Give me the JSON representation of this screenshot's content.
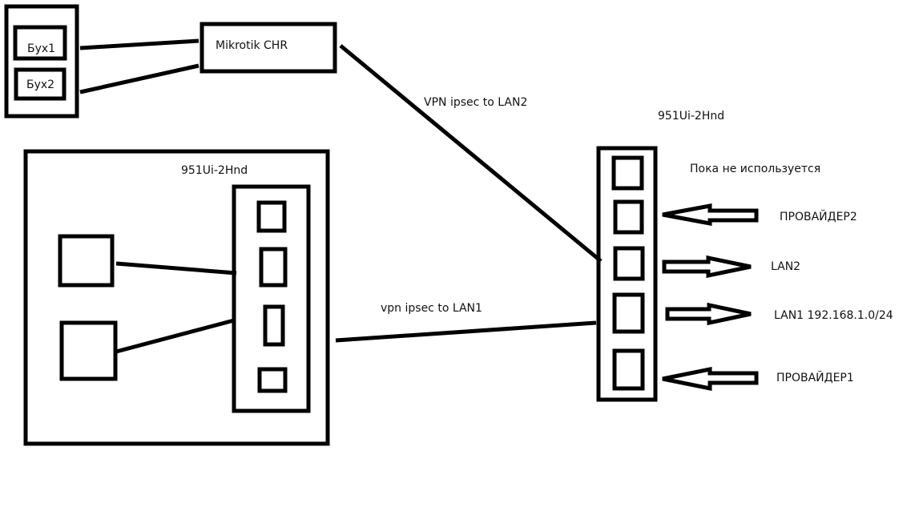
{
  "office": {
    "computers": [
      "Бух1",
      "Бух2"
    ],
    "router_label": "Mikrotik CHR"
  },
  "links": {
    "vpn_lan2": "VPN ipsec to LAN2",
    "vpn_lan1": "vpn ipsec to LAN1"
  },
  "left_site": {
    "router_model": "951Ui-2Hnd"
  },
  "right_site": {
    "router_model": "951Ui-2Hnd",
    "ports": [
      {
        "label": "Пока не используется",
        "arrow": "none"
      },
      {
        "label": "ПРОВАЙДЕР2",
        "arrow": "in"
      },
      {
        "label": "LAN2",
        "arrow": "out"
      },
      {
        "label": "LAN1 192.168.1.0/24",
        "arrow": "out"
      },
      {
        "label": "ПРОВАЙДЕР1",
        "arrow": "in"
      }
    ]
  },
  "colors": {
    "stroke": "#000000",
    "background": "#ffffff"
  }
}
